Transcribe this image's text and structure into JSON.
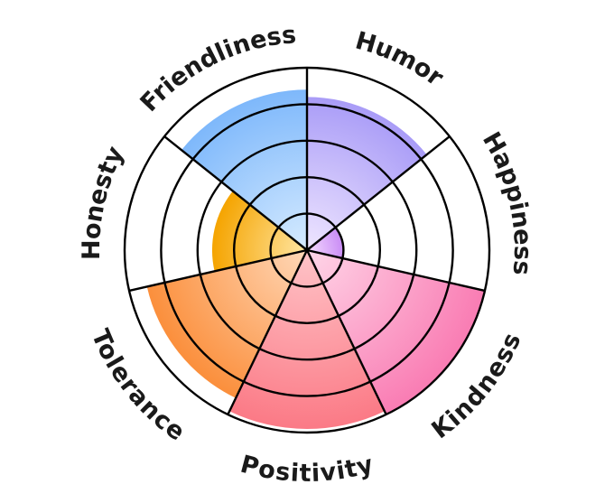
{
  "chart_data": {
    "type": "polar-area",
    "title": "",
    "ring_count": 5,
    "max_value": 5,
    "categories": [
      "Humor",
      "Happiness",
      "Kindness",
      "Positivity",
      "Tolerance",
      "Honesty",
      "Friendliness"
    ],
    "values": [
      4.2,
      1.0,
      5.0,
      4.9,
      4.5,
      2.6,
      4.4
    ],
    "colors": [
      {
        "inner": "#efe6ff",
        "outer": "#a99cf7"
      },
      {
        "inner": "#f6dcff",
        "outer": "#c98cf5"
      },
      {
        "inner": "#ffd6e8",
        "outer": "#f97cb3"
      },
      {
        "inner": "#ffc4c8",
        "outer": "#fb7a86"
      },
      {
        "inner": "#ffd8b8",
        "outer": "#fb8f3c"
      },
      {
        "inner": "#ffe6a3",
        "outer": "#f5a400"
      },
      {
        "inner": "#d6ebff",
        "outer": "#7eb8fb"
      }
    ],
    "grid": true
  }
}
